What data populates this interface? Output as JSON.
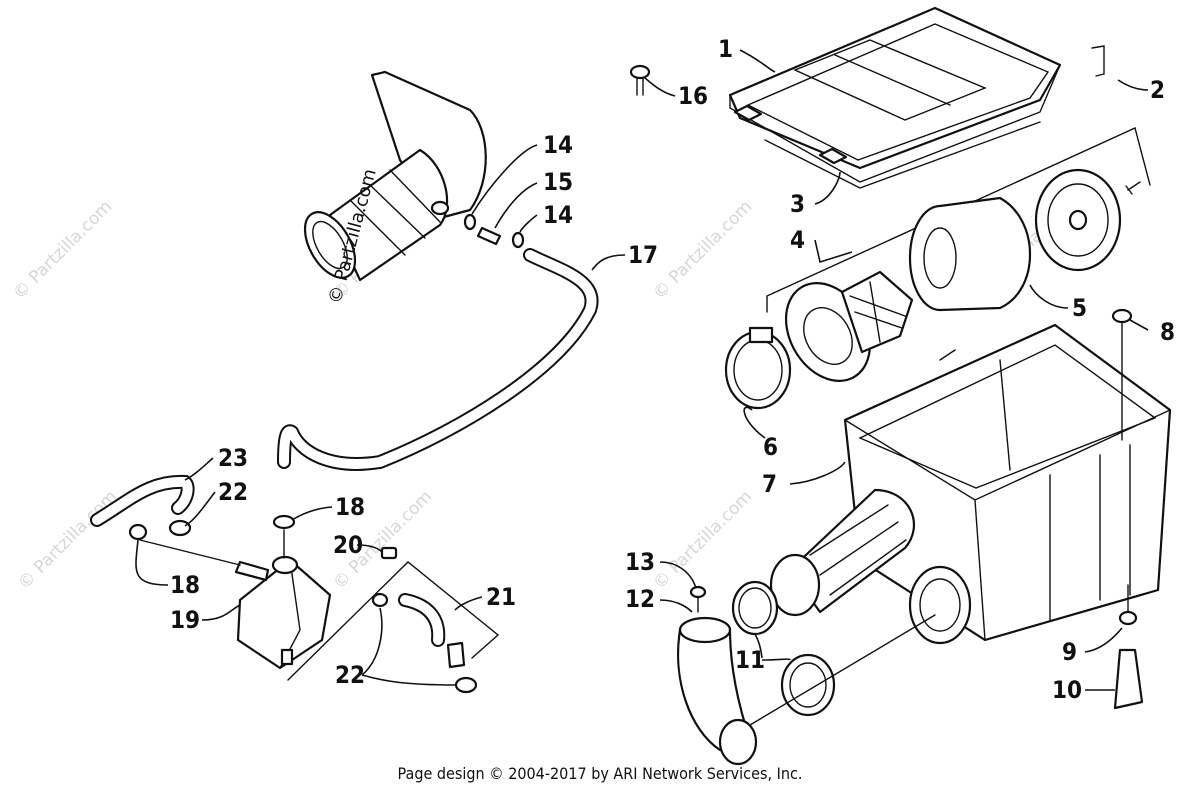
{
  "diagram": {
    "callouts": [
      {
        "id": "c1",
        "text": "1"
      },
      {
        "id": "c2",
        "text": "2"
      },
      {
        "id": "c3",
        "text": "3"
      },
      {
        "id": "c4",
        "text": "4"
      },
      {
        "id": "c5",
        "text": "5"
      },
      {
        "id": "c6",
        "text": "6"
      },
      {
        "id": "c7",
        "text": "7"
      },
      {
        "id": "c8",
        "text": "8"
      },
      {
        "id": "c9",
        "text": "9"
      },
      {
        "id": "c10",
        "text": "10"
      },
      {
        "id": "c11",
        "text": "11"
      },
      {
        "id": "c12",
        "text": "12"
      },
      {
        "id": "c13",
        "text": "13"
      },
      {
        "id": "c14a",
        "text": "14"
      },
      {
        "id": "c14b",
        "text": "14"
      },
      {
        "id": "c15",
        "text": "15"
      },
      {
        "id": "c16",
        "text": "16"
      },
      {
        "id": "c17",
        "text": "17"
      },
      {
        "id": "c18a",
        "text": "18"
      },
      {
        "id": "c18b",
        "text": "18"
      },
      {
        "id": "c19",
        "text": "19"
      },
      {
        "id": "c20",
        "text": "20"
      },
      {
        "id": "c21",
        "text": "21"
      },
      {
        "id": "c22a",
        "text": "22"
      },
      {
        "id": "c22b",
        "text": "22"
      },
      {
        "id": "c23",
        "text": "23"
      }
    ],
    "watermark": "© Partzilla.com",
    "footer": "Page design © 2004-2017 by ARI Network Services, Inc."
  }
}
